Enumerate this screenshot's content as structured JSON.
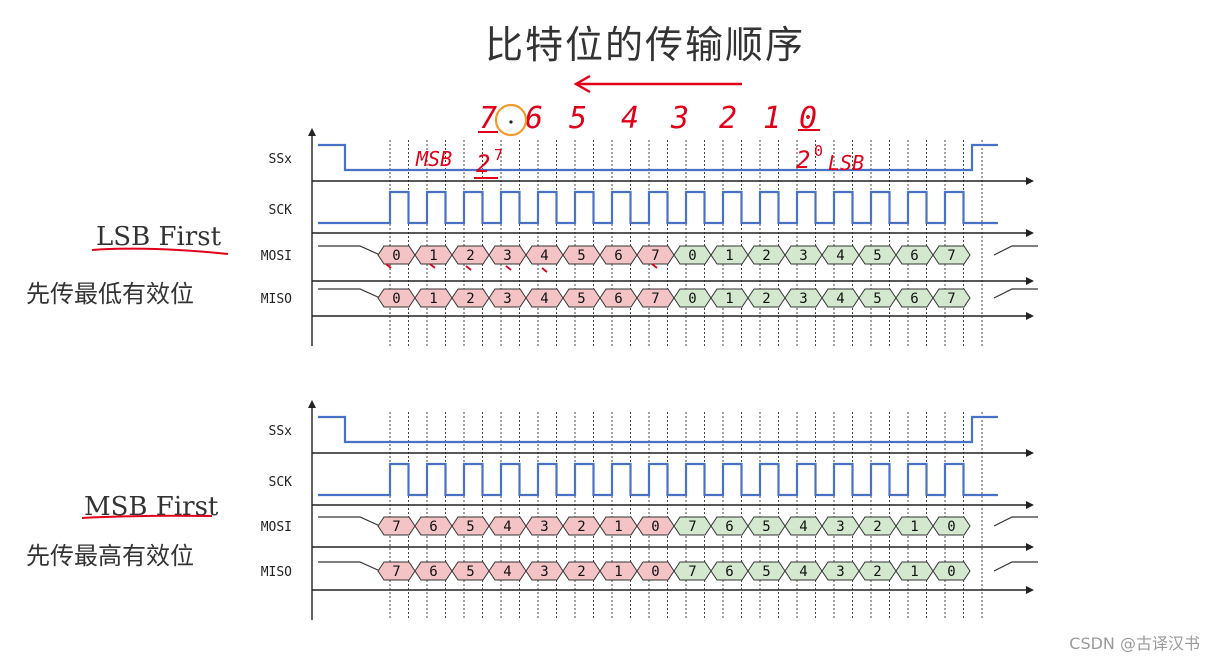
{
  "title": "比特位的传输顺序",
  "watermark": "CSDN @古译汉书",
  "colors": {
    "wave": "#4a72c4",
    "axis": "#222222",
    "bit_first_byte": "#f3c3c6",
    "bit_second_byte": "#d3e8cf",
    "cell_stroke": "#333333",
    "annotation": "#e0001a",
    "circle": "#f39a2c"
  },
  "annotation_numbers": [
    "7",
    "6",
    "5",
    "4",
    "3",
    "2",
    "1",
    "0"
  ],
  "annotations": {
    "msb": "MSB",
    "lsb": "LSB",
    "msb_power": "2",
    "msb_exp": "7",
    "lsb_power": "2",
    "lsb_exp": "0"
  },
  "panels": [
    {
      "heading": "LSB First",
      "subheading": "先传最低有效位",
      "signals": [
        "SSx",
        "SCK",
        "MOSI",
        "MISO"
      ],
      "mosi_bits": [
        "0",
        "1",
        "2",
        "3",
        "4",
        "5",
        "6",
        "7",
        "0",
        "1",
        "2",
        "3",
        "4",
        "5",
        "6",
        "7"
      ],
      "miso_bits": [
        "0",
        "1",
        "2",
        "3",
        "4",
        "5",
        "6",
        "7",
        "0",
        "1",
        "2",
        "3",
        "4",
        "5",
        "6",
        "7"
      ]
    },
    {
      "heading": "MSB First",
      "subheading": "先传最高有效位",
      "signals": [
        "SSx",
        "SCK",
        "MOSI",
        "MISO"
      ],
      "mosi_bits": [
        "7",
        "6",
        "5",
        "4",
        "3",
        "2",
        "1",
        "0",
        "7",
        "6",
        "5",
        "4",
        "3",
        "2",
        "1",
        "0"
      ],
      "miso_bits": [
        "7",
        "6",
        "5",
        "4",
        "3",
        "2",
        "1",
        "0",
        "7",
        "6",
        "5",
        "4",
        "3",
        "2",
        "1",
        "0"
      ]
    }
  ]
}
